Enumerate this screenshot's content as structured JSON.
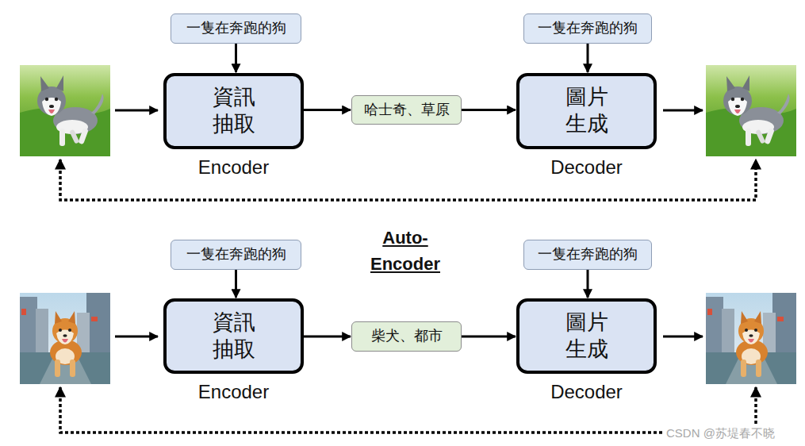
{
  "diagram": {
    "nodes": [
      {
        "text": [
          "一隻在奔跑的狗"
        ]
      },
      {
        "text": [
          "資訊 抽取",
          "Encoder"
        ]
      },
      {
        "text": [
          "哈士奇、草原"
        ]
      },
      {
        "text": [
          "一隻在奔跑的狗"
        ]
      },
      {
        "text": [
          "圖片 生成",
          "Decoder"
        ]
      },
      {
        "text": [
          "一隻在奔跑的狗"
        ]
      },
      {
        "text": [
          "資訊 抽取",
          "Encoder"
        ]
      },
      {
        "text": [
          "柴犬、都市"
        ]
      },
      {
        "text": [
          "一隻在奔跑的狗"
        ]
      },
      {
        "text": [
          "圖片 生成",
          "Decoder"
        ]
      }
    ],
    "edges": [
      {
        "from": 0,
        "to": 1,
        "arrow": "to"
      },
      {
        "from": 1,
        "to": 2,
        "arrow": "to"
      },
      {
        "from": 2,
        "to": 4,
        "arrow": "to"
      },
      {
        "from": 3,
        "to": 4,
        "arrow": "to"
      },
      {
        "from": 5,
        "to": 6,
        "arrow": "to"
      },
      {
        "from": 6,
        "to": 7,
        "arrow": "to"
      },
      {
        "from": 7,
        "to": 9,
        "arrow": "to"
      },
      {
        "from": 8,
        "to": 9,
        "arrow": "to"
      }
    ],
    "labels": [
      "Auto- Encoder",
      "CSDN @苏堤春不晓"
    ]
  }
}
